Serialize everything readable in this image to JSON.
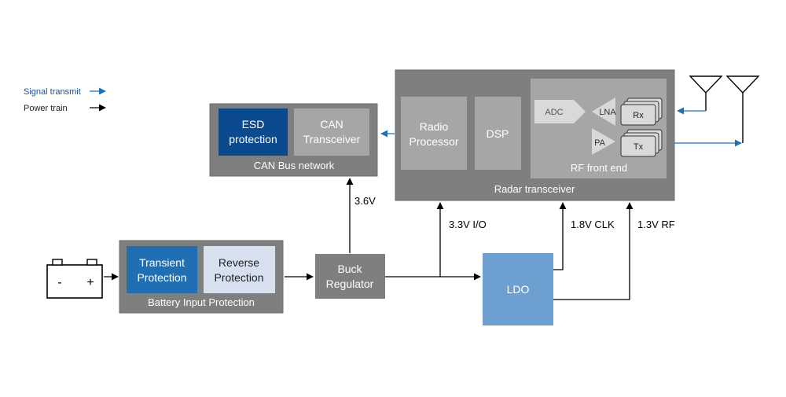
{
  "legend": {
    "signal": "Signal transmit",
    "power": "Power train"
  },
  "blocks": {
    "can_bus": {
      "title": "CAN Bus network",
      "esd": [
        "ESD",
        "protection"
      ],
      "transceiver": [
        "CAN",
        "Transceiver"
      ]
    },
    "radar": {
      "title": "Radar transceiver",
      "radio": [
        "Radio",
        "Processor"
      ],
      "dsp": "DSP",
      "rf_title": "RF front end",
      "adc": "ADC",
      "lna": "LNA",
      "pa": "PA",
      "rx": "Rx",
      "tx": "Tx"
    },
    "battery_protection": {
      "title": "Battery Input Protection",
      "transient": [
        "Transient",
        "Protection"
      ],
      "reverse": [
        "Reverse",
        "Protection"
      ]
    },
    "buck": [
      "Buck",
      "Regulator"
    ],
    "ldo": "LDO",
    "battery": {
      "minus": "-",
      "plus": "+"
    }
  },
  "rails": {
    "v36": "3.6V",
    "v33": "3.3V I/O",
    "v18": "1.8V CLK",
    "v13": "1.3V RF"
  },
  "colors": {
    "block_gray": "#7f7f7f",
    "inner_gray": "#a6a6a6",
    "light_gray": "#bfbfbf",
    "esd_blue": "#0b4a8f",
    "transient_blue": "#1f6fb2",
    "reverse_blue": "#d6e0ef",
    "ldo_blue": "#6e9fd1",
    "signal_blue": "#1f6fb2",
    "power_black": "#000000"
  }
}
